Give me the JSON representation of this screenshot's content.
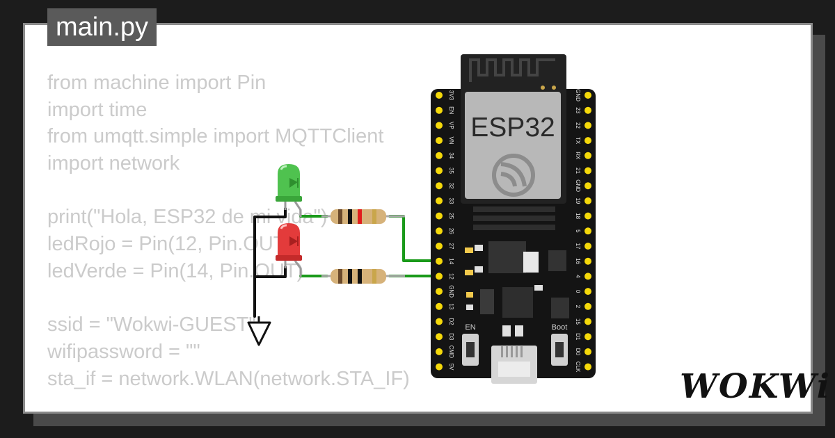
{
  "file_tab": {
    "title": "main.py"
  },
  "code_lines": [
    "from machine import Pin",
    "import time",
    "from umqtt.simple import MQTTClient",
    "import network",
    "",
    "print(\"Hola, ESP32 de mi vida\")",
    "ledRojo = Pin(12, Pin.OUT)",
    "ledVerde = Pin(14, Pin.OUT)",
    "",
    "ssid = \"Wokwi-GUEST\"",
    "wifipassword = \"\"",
    "sta_if = network.WLAN(network.STA_IF)"
  ],
  "board": {
    "chip_label": "ESP32",
    "left_pins": [
      "3V3",
      "EN",
      "VP",
      "VN",
      "34",
      "35",
      "32",
      "33",
      "25",
      "26",
      "27",
      "14",
      "12",
      "GND",
      "13",
      "D2",
      "D3",
      "CMD",
      "5V"
    ],
    "right_pins": [
      "GND",
      "23",
      "22",
      "TX",
      "RX",
      "21",
      "GND",
      "19",
      "18",
      "5",
      "17",
      "16",
      "4",
      "0",
      "2",
      "15",
      "D1",
      "D0",
      "CLK"
    ],
    "en_label": "EN",
    "boot_label": "Boot"
  },
  "logo": {
    "text": "WOKWi"
  },
  "colors": {
    "background": "#1c1c1c",
    "card": "#ffffff",
    "code_text": "#cbcbcb",
    "board": "#141414",
    "pin": "#f5d90a",
    "wire_green": "#1a9a1a",
    "wire_black": "#111111",
    "led_green": "#4fc24f",
    "led_red": "#e33b3b"
  }
}
